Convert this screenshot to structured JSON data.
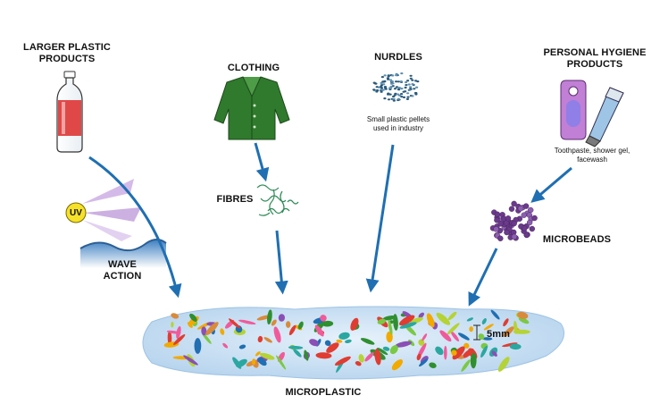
{
  "sources": {
    "larger_plastic": {
      "line1": "LARGER PLASTIC",
      "line2": "PRODUCTS"
    },
    "clothing": {
      "label": "CLOTHING"
    },
    "nurdles": {
      "label": "NURDLES",
      "desc_line1": "Small plastic pellets",
      "desc_line2": "used in industry"
    },
    "hygiene": {
      "line1": "PERSONAL HYGIENE",
      "line2": "PRODUCTS",
      "desc_line1": "Toothpaste, shower gel,",
      "desc_line2": "facewash"
    }
  },
  "intermediate": {
    "uv": "UV",
    "wave_line1": "WAVE",
    "wave_line2": "ACTION",
    "fibres": "FIBRES",
    "microbeads": "MICROBEADS"
  },
  "result": {
    "label": "MICROPLASTIC",
    "scale": "5mm"
  },
  "colors": {
    "arrow": "#1f6fb2",
    "water": "#cfe3f5",
    "jacket": "#2f7a2c",
    "bottle": "#e04848",
    "nurdle": "#2a5a7a",
    "bead": "#6b3a8c",
    "uv_sun": "#f5e12a",
    "uv_rays": "#b78fd6"
  }
}
